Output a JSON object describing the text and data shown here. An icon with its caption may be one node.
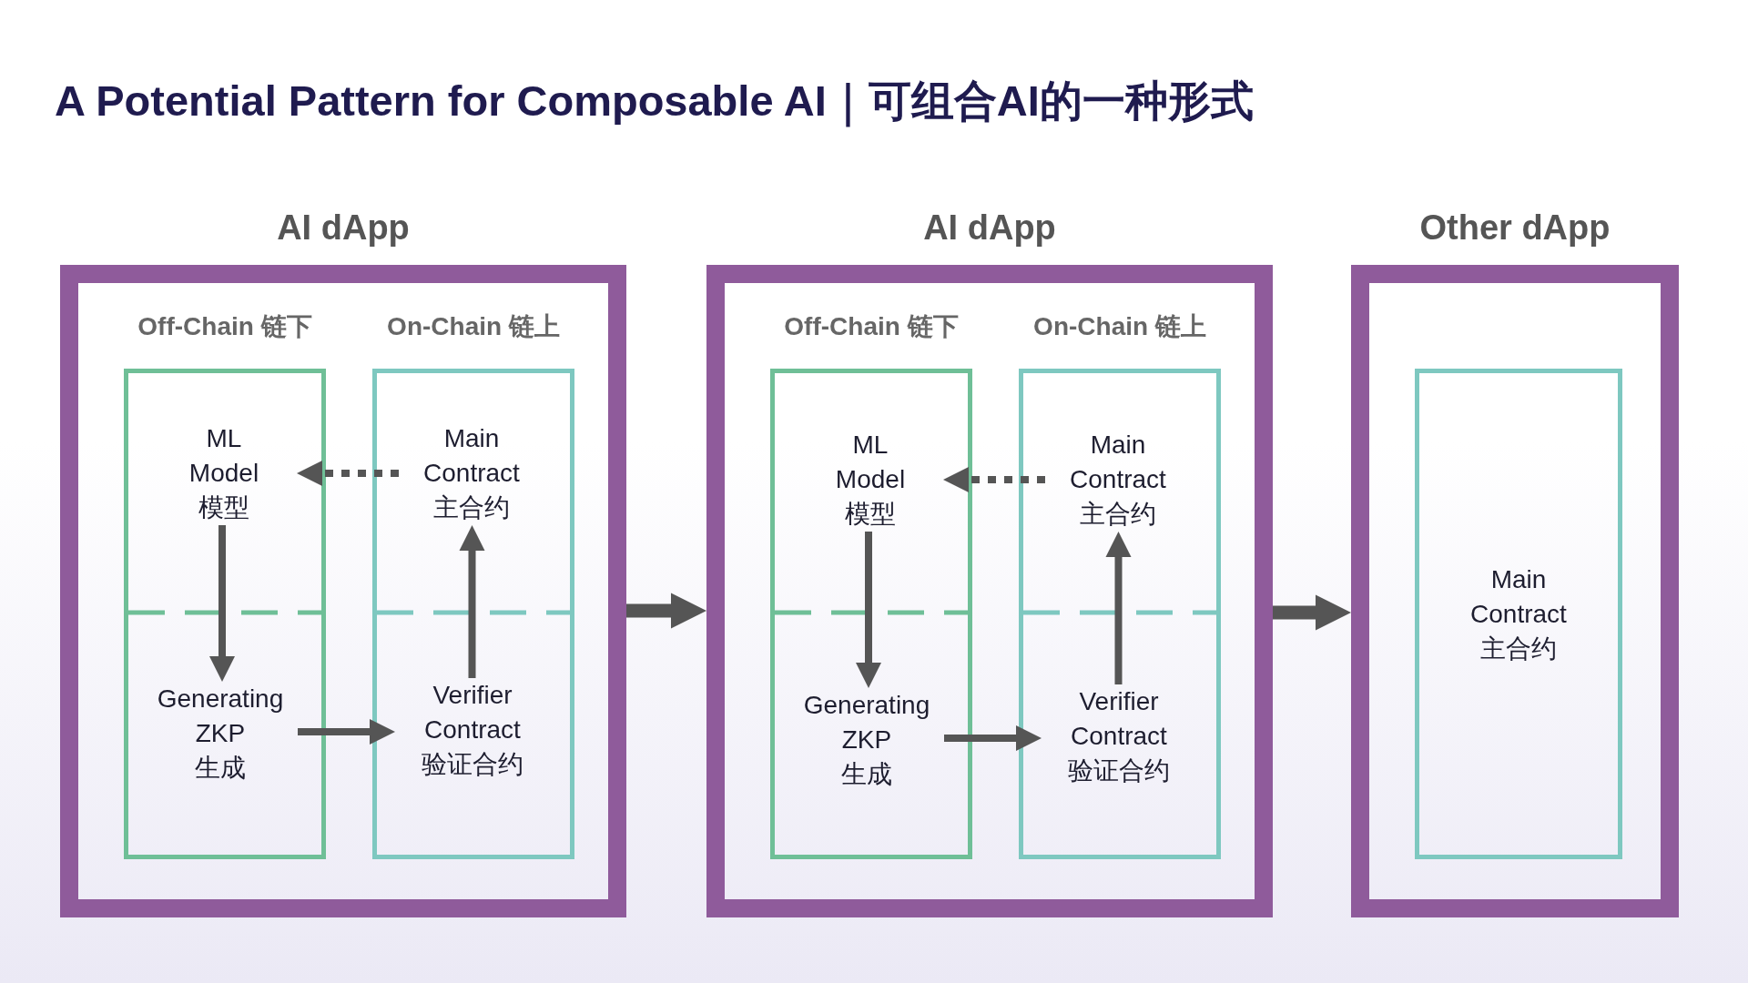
{
  "diagram": {
    "title": "A Potential Pattern for Composable AI｜可组合AI的一种形式",
    "nodes": [
      {
        "text": [
          "AI dApp"
        ]
      },
      {
        "text": [
          "Off-Chain 链下"
        ],
        "in": 0
      },
      {
        "text": [
          "ML Model 模型"
        ],
        "in": 1
      },
      {
        "text": [
          "Generating ZKP 生成"
        ],
        "in": 1
      },
      {
        "text": [
          "On-Chain 链上"
        ],
        "in": 0
      },
      {
        "text": [
          "Main Contract 主合约"
        ],
        "in": 4
      },
      {
        "text": [
          "Verifier Contract 验证合约"
        ],
        "in": 4
      },
      {
        "text": [
          "AI dApp"
        ]
      },
      {
        "text": [
          "Off-Chain 链下"
        ],
        "in": 7
      },
      {
        "text": [
          "ML Model 模型"
        ],
        "in": 8
      },
      {
        "text": [
          "Generating ZKP 生成"
        ],
        "in": 8
      },
      {
        "text": [
          "On-Chain 链上"
        ],
        "in": 7
      },
      {
        "text": [
          "Main Contract 主合约"
        ],
        "in": 11
      },
      {
        "text": [
          "Verifier Contract 验证合约"
        ],
        "in": 11
      },
      {
        "text": [
          "Other dApp"
        ]
      },
      {
        "text": [
          "Main Contract 主合约"
        ],
        "in": 14
      }
    ],
    "edges": [
      {
        "from": 5,
        "to": 2,
        "arrow": "to",
        "style": "dashed"
      },
      {
        "from": 2,
        "to": 3,
        "arrow": "to"
      },
      {
        "from": 3,
        "to": 6,
        "arrow": "to"
      },
      {
        "from": 6,
        "to": 5,
        "arrow": "to"
      },
      {
        "from": 12,
        "to": 9,
        "arrow": "to",
        "style": "dashed"
      },
      {
        "from": 9,
        "to": 10,
        "arrow": "to"
      },
      {
        "from": 10,
        "to": 13,
        "arrow": "to"
      },
      {
        "from": 13,
        "to": 12,
        "arrow": "to"
      },
      {
        "from": 0,
        "to": 7,
        "arrow": "to",
        "style": "thick"
      },
      {
        "from": 7,
        "to": 14,
        "arrow": "to",
        "style": "thick"
      }
    ]
  }
}
